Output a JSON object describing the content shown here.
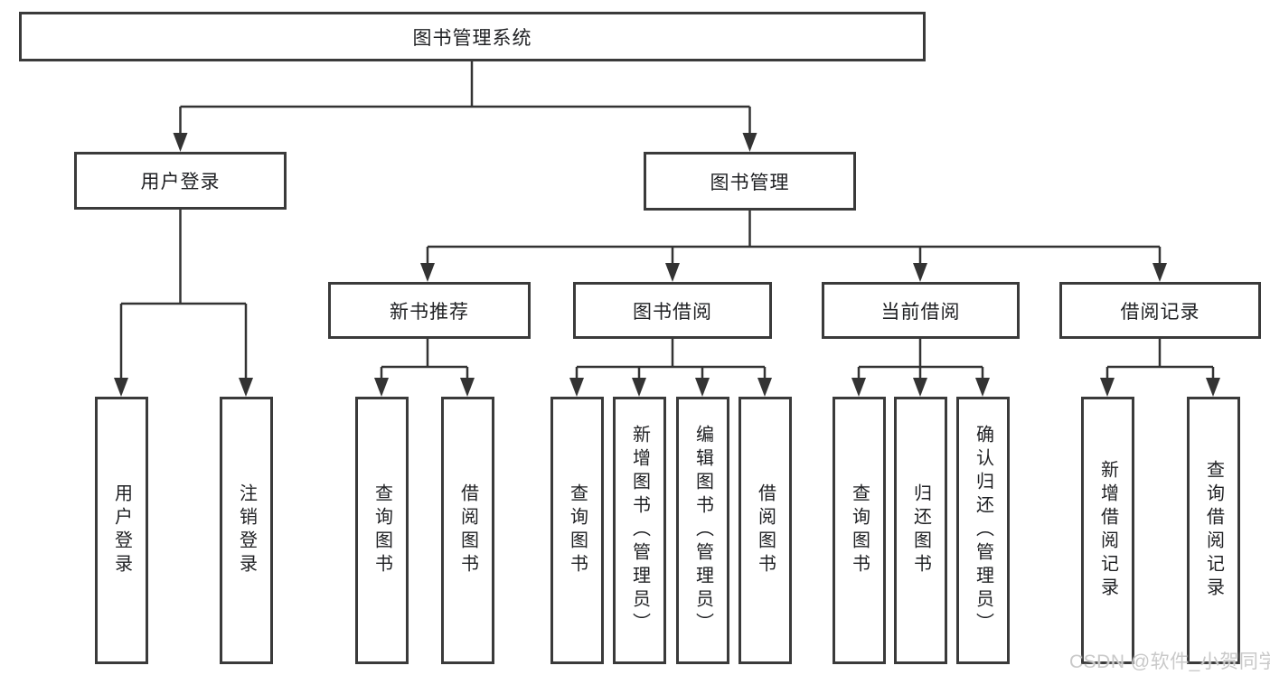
{
  "diagram": {
    "type": "hierarchy-tree",
    "root": {
      "label": "图书管理系统"
    },
    "branches": [
      {
        "label": "用户登录",
        "children": [
          {
            "label": "用户登录"
          },
          {
            "label": "注销登录"
          }
        ]
      },
      {
        "label": "图书管理",
        "children": [
          {
            "label": "新书推荐",
            "children": [
              {
                "label": "查询图书"
              },
              {
                "label": "借阅图书"
              }
            ]
          },
          {
            "label": "图书借阅",
            "children": [
              {
                "label": "查询图书"
              },
              {
                "label": "新增图书（管理员）"
              },
              {
                "label": "编辑图书（管理员）"
              },
              {
                "label": "借阅图书"
              }
            ]
          },
          {
            "label": "当前借阅",
            "children": [
              {
                "label": "查询图书"
              },
              {
                "label": "归还图书"
              },
              {
                "label": "确认归还（管理员）"
              }
            ]
          },
          {
            "label": "借阅记录",
            "children": [
              {
                "label": "新增借阅记录"
              },
              {
                "label": "查询借阅记录"
              }
            ]
          }
        ]
      }
    ]
  },
  "watermark": {
    "text": "CSDN @软件_小贺同学"
  },
  "colors": {
    "background": "#ffffff",
    "line": "#333333",
    "box_border": "#3a3a3a",
    "text": "#1f2023",
    "watermark": "#c9c9c9"
  }
}
